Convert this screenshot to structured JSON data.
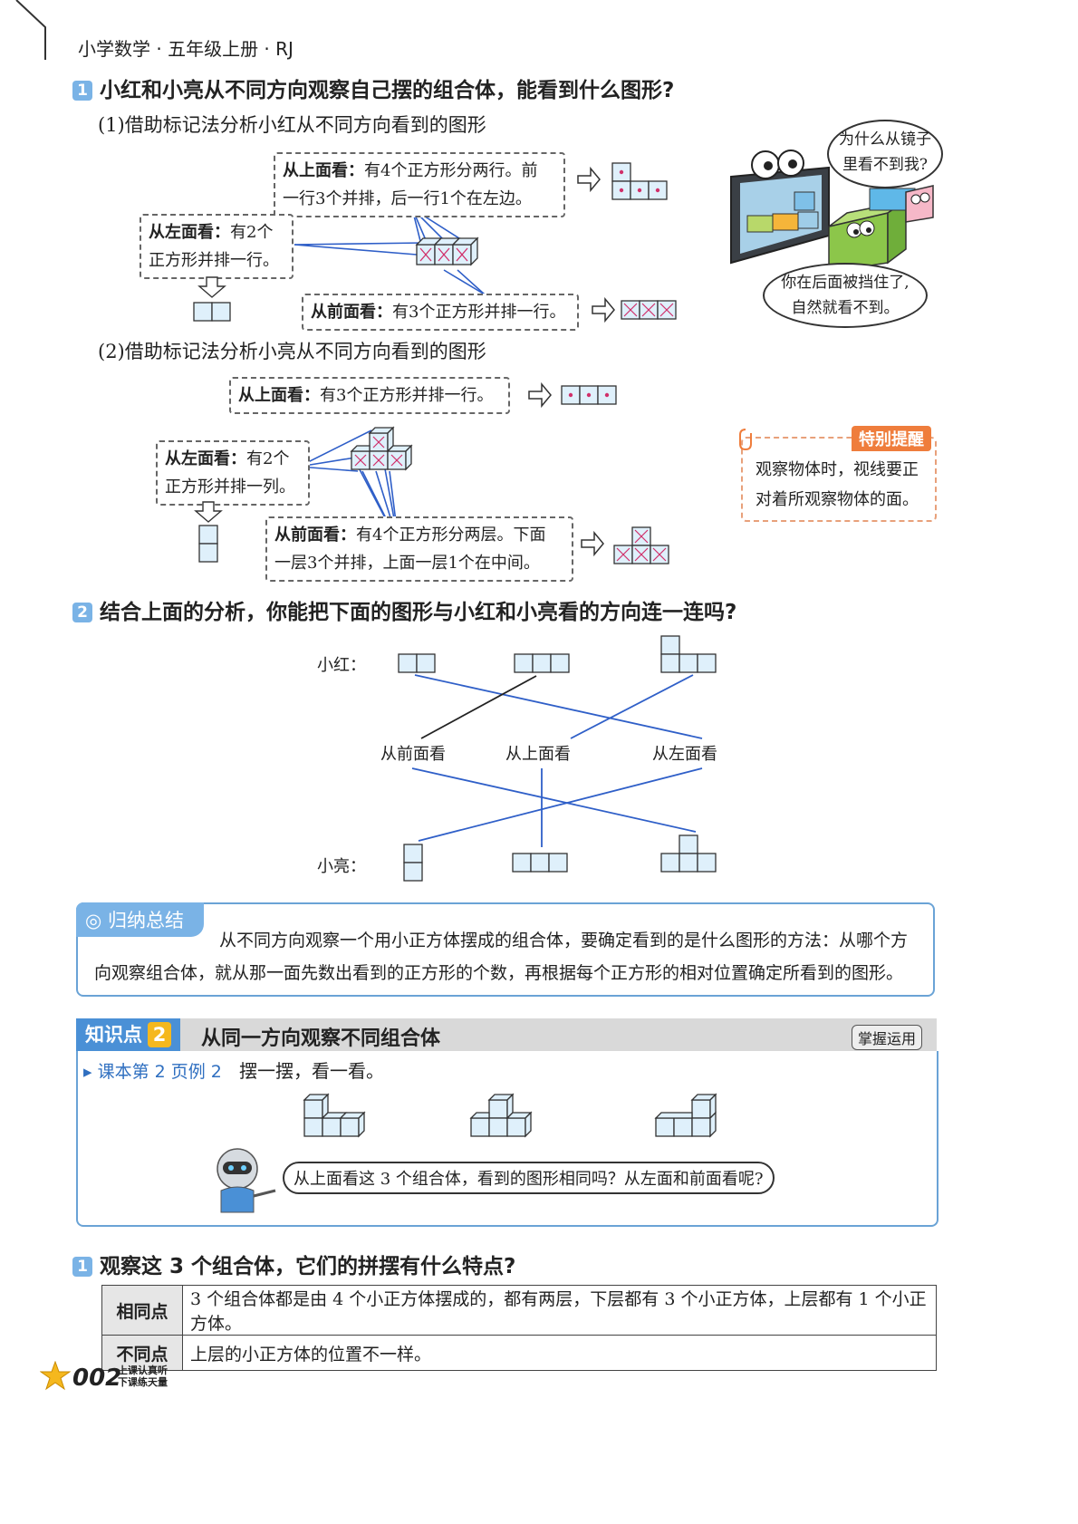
{
  "header": {
    "title": "小学数学 · 五年级上册 · RJ"
  },
  "q1": {
    "badge": "1",
    "title": "小红和小亮从不同方向观察自己摆的组合体，能看到什么图形?",
    "part1": {
      "title": "(1)借助标记法分析小红从不同方向看到的图形",
      "top_label": "从上面看：",
      "top_l1": "有4个正方形分两行。前",
      "top_l2": "一行3个并排，后一行1个在左边。",
      "left_label": "从左面看：",
      "left_l1": "有2个",
      "left_l2": "正方形并排一行。",
      "front_label": "从前面看：",
      "front_text": "有3个正方形并排一行。"
    },
    "part2": {
      "title": "(2)借助标记法分析小亮从不同方向看到的图形",
      "top_label": "从上面看：",
      "top_text": "有3个正方形并排一行。",
      "left_label": "从左面看：",
      "left_l1": "有2个",
      "left_l2": "正方形并排一列。",
      "front_label": "从前面看：",
      "front_l1": "有4个正方形分两层。下面",
      "front_l2": "一层3个并排，上面一层1个在中间。"
    },
    "bubble_top": {
      "l1": "为什么从镜子",
      "l2": "里看不到我?"
    },
    "bubble_bottom": {
      "l1": "你在后面被挡住了,",
      "l2": "自然就看不到。"
    },
    "tip": {
      "tag": "特别提醒",
      "l1": "观察物体时，视线要正",
      "l2": "对着所观察物体的面。"
    }
  },
  "q2": {
    "badge": "2",
    "title": "结合上面的分析，你能把下面的图形与小红和小亮看的方向连一连吗?",
    "row1_label": "小红：",
    "row2_label": "小亮：",
    "directions": [
      "从前面看",
      "从上面看",
      "从左面看"
    ]
  },
  "summary": {
    "tag": "◎ 归纳总结",
    "l1": "从不同方向观察一个用小正方体摆成的组合体，要确定看到的是什么图形的方法：从哪个方",
    "l2": "向观察组合体，就从那一面先数出看到的正方形的个数，再根据每个正方形的相对位置确定所看到的图形。"
  },
  "kp2": {
    "tag": "知识点",
    "num": "2",
    "title": "从同一方向观察不同组合体",
    "right": "掌握运用",
    "example": "▸ 课本第 2 页例 2",
    "example_text": "摆一摆，看一看。",
    "speech": "从上面看这 3 个组合体，看到的图形相同吗？从左面和前面看呢?"
  },
  "q3": {
    "badge": "1",
    "title": "观察这 3 个组合体，它们的拼摆有什么特点?",
    "rows": [
      {
        "head": "相同点",
        "text": "3 个组合体都是由 4 个小正方体摆成的，都有两层，下层都有 3 个小正方体，上层都有 1 个小正方体。"
      },
      {
        "head": "不同点",
        "text": "上层的小正方体的位置不一样。"
      }
    ]
  },
  "footer": {
    "page": "002",
    "slogan1": "上课认真听",
    "slogan2": "下课练天量"
  },
  "colors": {
    "accent_blue": "#7ab3e6",
    "line_blue": "#2f5fc8",
    "orange": "#ef7d3c",
    "cube_face": "#dff0fb"
  }
}
